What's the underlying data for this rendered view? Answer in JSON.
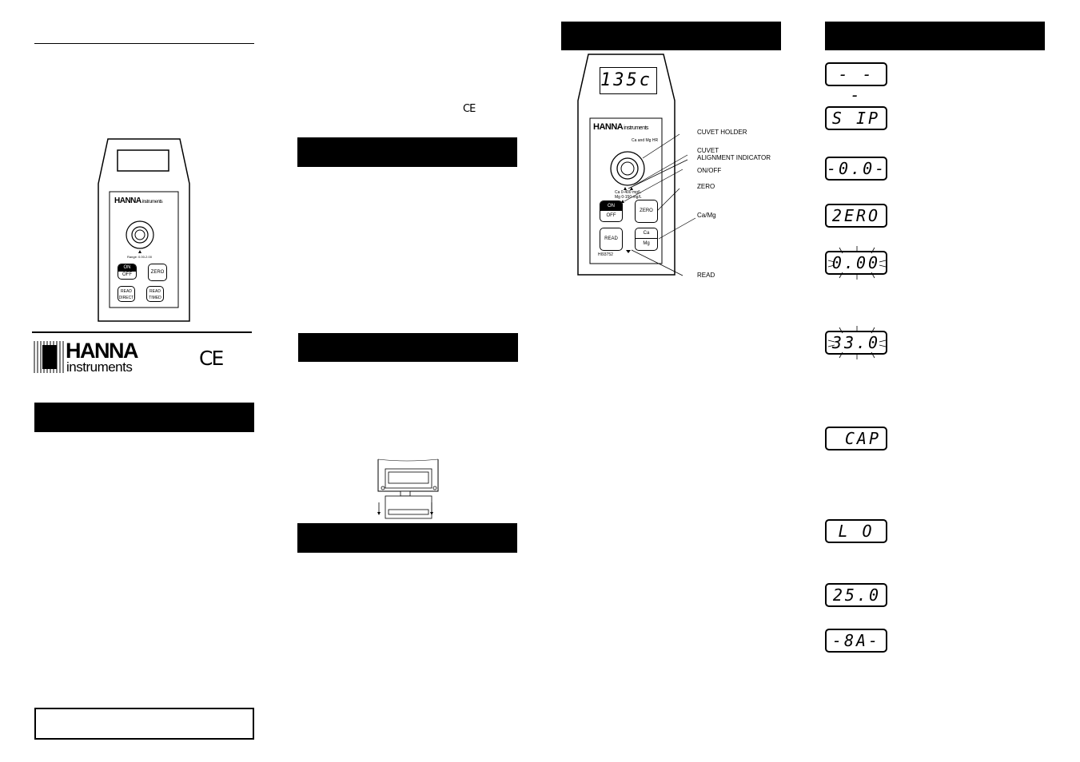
{
  "panel1": {
    "meter_small": {
      "brand": "HANNA",
      "brand_suffix": "instruments",
      "cuvet_label": "Range: 0.00-2.00",
      "btn_on": "ON",
      "btn_off": "OFF",
      "btn_zero": "ZERO",
      "btn_read_direct": "READ\nDIRECT",
      "btn_read_timed": "READ\nTIMED"
    },
    "logo_word": "HANNA",
    "logo_sub": "instruments",
    "ce_mark": "CE"
  },
  "panel2": {
    "ce_mark": "CE"
  },
  "panel3": {
    "display_value": "135c",
    "brand": "HANNA",
    "brand_suffix": "instruments",
    "model_tag": "Ca and Mg HR",
    "range_line1": "Ca 0-400 mg/L",
    "range_line2": "Mg 0-150 mg/L",
    "btn_on": "ON",
    "btn_off": "OFF",
    "btn_zero": "ZERO",
    "btn_read": "READ",
    "btn_ca": "Ca",
    "btn_mg": "Mg",
    "model_number": "HI93752",
    "callouts": {
      "cuvet_holder": "CUVET HOLDER",
      "cuvet": "CUVET",
      "alignment": "ALIGNMENT INDICATOR",
      "onoff": "ON/OFF",
      "zero": "ZERO",
      "camg": "Ca/Mg",
      "read": "READ"
    }
  },
  "panel4": {
    "displays": [
      "- - -",
      "S IP",
      "-0.0-",
      "2ERO",
      "0.00",
      "33.0",
      "CAP",
      "L O",
      "25.0",
      "-8A-"
    ]
  }
}
